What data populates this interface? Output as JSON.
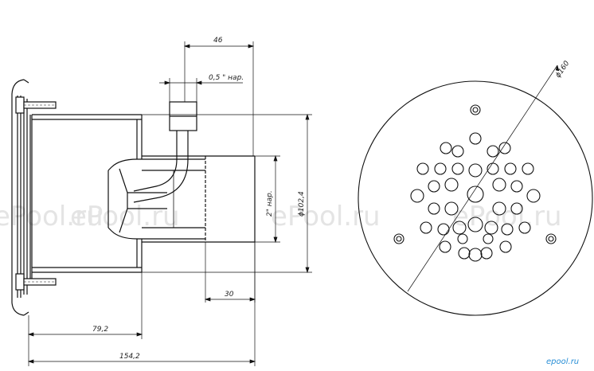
{
  "dimensions": {
    "top_width": "46",
    "thread_small": "0,5 \" нар.",
    "thread_large": "2\" нар.",
    "diameter_body": "ϕ102,4",
    "offset_bottom": "30",
    "depth_inner": "79,2",
    "length_total": "154,2",
    "grate_diameter": "ϕ160"
  },
  "watermarks": [
    "ePool.ru",
    "ePool.ru",
    "ePool.ru",
    "ePool.ru"
  ],
  "logo": "epool.ru"
}
